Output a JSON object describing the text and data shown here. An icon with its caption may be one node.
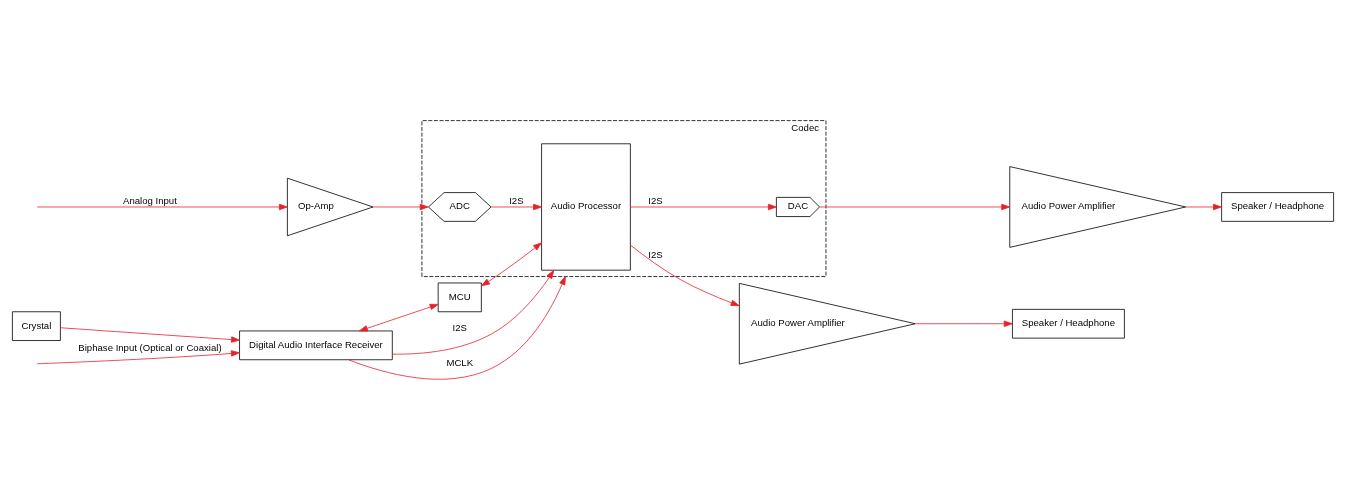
{
  "diagram": {
    "nodes": [
      {
        "text": [
          "MCU"
        ]
      },
      {
        "text": [
          "Crystal"
        ]
      },
      {
        "text": [
          "Digital Audio Interface Receiver"
        ]
      },
      {
        "text": [
          "Codec"
        ]
      },
      {
        "text": [
          "Audio Processor"
        ],
        "in": 3
      },
      {
        "text": [
          "ADC"
        ],
        "in": 3
      },
      {
        "text": [
          "DAC"
        ],
        "in": 3
      },
      {
        "text": [
          "Op-Amp"
        ]
      },
      {
        "text": [
          "Audio Power Amplifier"
        ]
      },
      {
        "text": [
          "Audio Power Amplifier"
        ]
      },
      {
        "text": [
          "Speaker / Headphone"
        ]
      },
      {
        "text": [
          "Speaker / Headphone"
        ]
      }
    ],
    "edges": [
      {
        "from": null,
        "to": 2,
        "arrow": "to",
        "label": "Biphase Input (Optical or Coaxial)"
      },
      {
        "from": 1,
        "to": 2,
        "arrow": "to"
      },
      {
        "from": 2,
        "to": 0,
        "arrow": "both"
      },
      {
        "from": 0,
        "to": 4,
        "arrow": "both"
      },
      {
        "from": 2,
        "to": 4,
        "arrow": "to",
        "label": "I2S"
      },
      {
        "from": 2,
        "to": 3,
        "arrow": "to",
        "label": "MCLK"
      },
      {
        "from": null,
        "to": 7,
        "arrow": "to",
        "label": "Analog Input"
      },
      {
        "from": 7,
        "to": 5,
        "arrow": "to"
      },
      {
        "from": 5,
        "to": 4,
        "arrow": "to",
        "label": "I2S"
      },
      {
        "from": 4,
        "to": 6,
        "arrow": "to",
        "label": "I2S"
      },
      {
        "from": 4,
        "to": 8,
        "arrow": "to",
        "label": "I2S"
      },
      {
        "from": 6,
        "to": 9,
        "arrow": "to"
      },
      {
        "from": 8,
        "to": 10,
        "arrow": "to"
      },
      {
        "from": 9,
        "to": 11,
        "arrow": "to"
      }
    ]
  }
}
